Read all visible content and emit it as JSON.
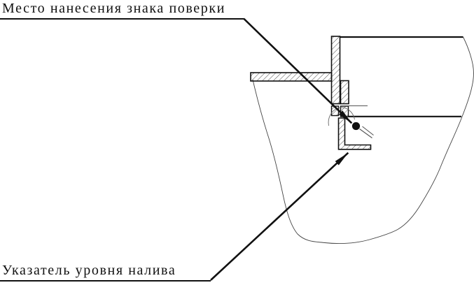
{
  "figure": {
    "type": "technical-drawing",
    "labels": {
      "verification_mark_location": "Место нанесения знака поверки",
      "fill_level_indicator": "Указатель уровня налива"
    },
    "colors": {
      "ink": "#111111",
      "thin_line": "#555555",
      "background": "#ffffff"
    },
    "symbols": [
      "verification-seal-dot",
      "leader-arrow",
      "section-hatching",
      "break-line"
    ]
  }
}
